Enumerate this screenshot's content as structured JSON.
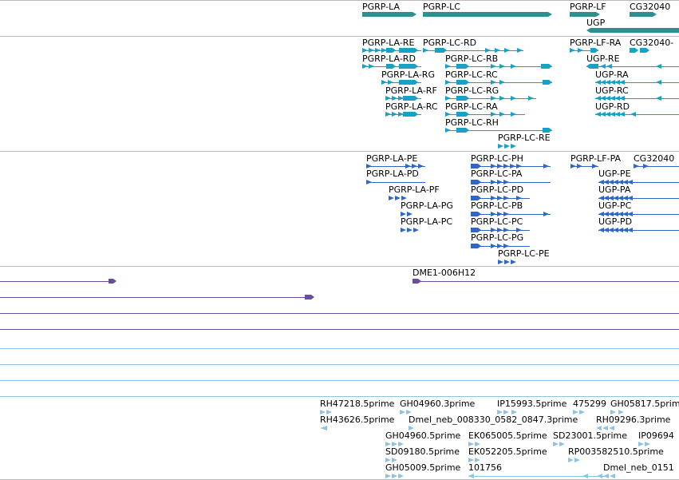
{
  "colors": {
    "gene": "#2f8f8f",
    "transcript": "#1a9fc8",
    "protein": "#2f66c8",
    "cdna": "#6a4d9e",
    "est": "#8ec3e2",
    "separator": "#b9b9b9",
    "est_separator": "#8ec3e2"
  },
  "tracks": {
    "genes": {
      "labels": [
        "PGRP-LA",
        "PGRP-LC",
        "PGRP-LF",
        "CG32040",
        "UGP"
      ]
    },
    "transcripts": {
      "labels": [
        "PGRP-LA-RE",
        "PGRP-LC-RD",
        "PGRP-LA-RD",
        "PGRP-LC-RB",
        "PGRP-LA-RG",
        "PGRP-LC-RC",
        "PGRP-LA-RF",
        "PGRP-LC-RG",
        "PGRP-LA-RC",
        "PGRP-LC-RA",
        "PGRP-LC-RH",
        "PGRP-LC-RE",
        "PGRP-LF-RA",
        "CG32040-",
        "UGP-RE",
        "UGP-RA",
        "UGP-RC",
        "UGP-RD"
      ]
    },
    "proteins": {
      "labels": [
        "PGRP-LA-PE",
        "PGRP-LC-PH",
        "PGRP-LF-PA",
        "CG32040",
        "PGRP-LA-PD",
        "PGRP-LC-PA",
        "UGP-PE",
        "PGRP-LA-PF",
        "PGRP-LC-PD",
        "UGP-PA",
        "PGRP-LA-PG",
        "PGRP-LC-PB",
        "UGP-PC",
        "PGRP-LA-PC",
        "PGRP-LC-PC",
        "UGP-PD",
        "PGRP-LC-PG",
        "PGRP-LC-PE"
      ]
    },
    "cdna": {
      "labels": [
        "DME1-006H12"
      ]
    },
    "est": {
      "labels": [
        "RH47218.5prime",
        "GH04960.3prime",
        "IP15993.5prime",
        "475299",
        "GH05817.5prime",
        "RH43626.5prime",
        "Dmel_neb_008330_0582_0847.3prime",
        "RH09296.3prime",
        "GH04960.5prime",
        "EK065005.5prime",
        "SD23001.5prime",
        "IP09694",
        "SD09180.5prime",
        "EK052205.5prime",
        "RP003582510.5prime",
        "GH05009.5prime",
        "101756",
        "Dmel_neb_0151"
      ]
    }
  }
}
